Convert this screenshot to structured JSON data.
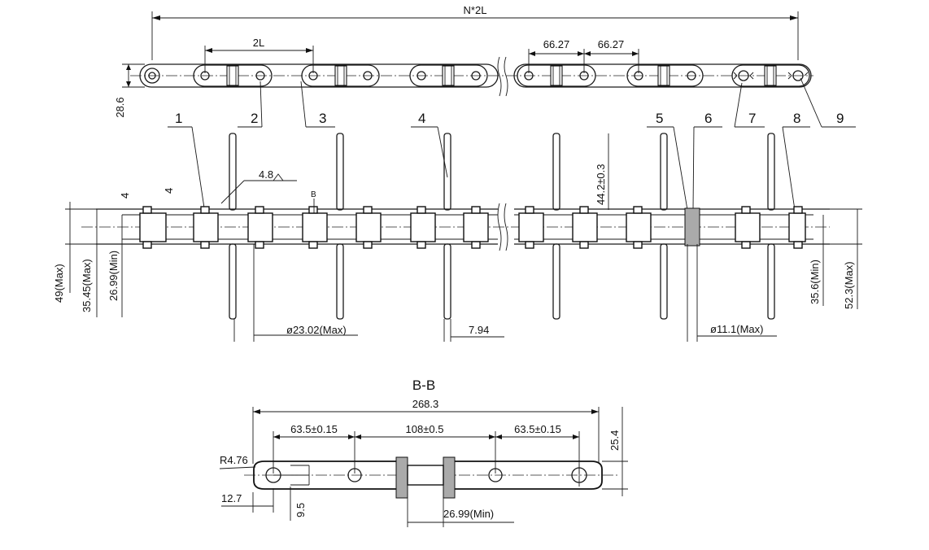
{
  "top_view": {
    "overall_dimension": "N*2L",
    "pitch_label": "2L",
    "pitch_a": "66.27",
    "pitch_b": "66.27",
    "height": "28.6"
  },
  "callouts": [
    "1",
    "2",
    "3",
    "4",
    "5",
    "6",
    "7",
    "8",
    "9"
  ],
  "front_view": {
    "dim_4_left": "4",
    "dim_4_inner": "4",
    "weld_size": "4.8",
    "section_marker": "B",
    "dim_49": "49(Max)",
    "dim_35_45": "35.45(Max)",
    "dim_26_99": "26.99(Min)",
    "dim_44_2": "44.2±0.3",
    "dim_roller_dia": "ø23.02(Max)",
    "dim_7_94": "7.94",
    "dim_pin_dia": "ø11.1(Max)",
    "dim_35_6": "35.6(Min)",
    "dim_52_3": "52.3(Max)"
  },
  "section_view": {
    "title": "B-B",
    "overall_length": "268.3",
    "dim_left": "63.5±0.15",
    "dim_middle": "108±0.5",
    "dim_right": "63.5±0.15",
    "height": "25.4",
    "radius": "R4.76",
    "end_offset": "12.7",
    "hole_offset": "9.5",
    "gap_min": "26.99(Min)"
  }
}
